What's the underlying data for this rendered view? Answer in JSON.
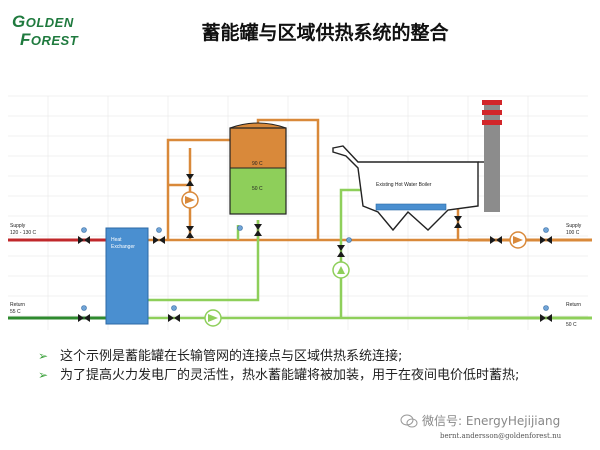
{
  "logo": {
    "line1_big": "G",
    "line1_rest": "OLDEN",
    "line2_big": "F",
    "line2_rest": "OREST"
  },
  "title": "蓄能罐与区域供热系统的整合",
  "diagram": {
    "supply_left": "Supply",
    "supply_left_temp": "120 - 130 C",
    "return_left": "Return",
    "return_left_temp": "55 C",
    "supply_right": "Supply",
    "supply_right_temp": "100 C",
    "return_right": "Return",
    "return_right_temp": "50 C",
    "heat_exchanger_line1": "Heat",
    "heat_exchanger_line2": "Exchanger",
    "tank_top_temp": "90 C",
    "tank_bottom_temp": "50 C",
    "boiler_label": "Existing Hot Water Boiler",
    "colors": {
      "hot": "#d9893a",
      "cold": "#8ecf5a",
      "supply_red": "#c0282b",
      "return_green": "#2e8a2e",
      "exchanger": "#4a8fd0",
      "valve": "#1a1a1a",
      "stack_red": "#d2262a",
      "stack_grey": "#8c8c8c"
    }
  },
  "bullets": [
    "这个示例是蓄能罐在长输管网的连接点与区域供热系统连接;",
    "为了提高火力发电厂的灵活性，热水蓄能罐将被加装，用于在夜间电价低时蓄热;"
  ],
  "footer": {
    "wechat": "微信号: EnergyHejijiang",
    "email": "bernt.andersson@goldenforest.nu"
  }
}
